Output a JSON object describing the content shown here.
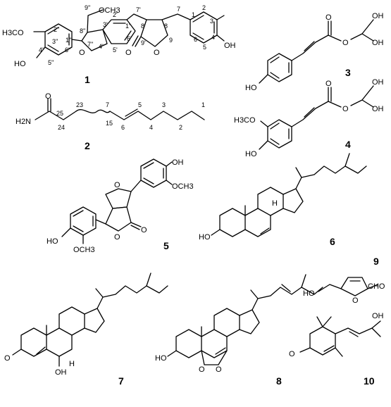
{
  "compounds": [
    {
      "id": "1",
      "atom_labels": [
        "H3CO",
        "HO",
        "OCH3",
        "O",
        "O",
        "O",
        "OH"
      ],
      "locant_labels": [
        "9''",
        "3''",
        "2''",
        "1''",
        "4''",
        "6''",
        "5''",
        "8''",
        "7''",
        "3'",
        "2'",
        "1'",
        "7'",
        "8'",
        "8",
        "7",
        "1",
        "2",
        "3",
        "6",
        "5",
        "4",
        "4'",
        "5'",
        "6'",
        "9'",
        "9"
      ]
    },
    {
      "id": "2",
      "atom_labels": [
        "O",
        "H2N"
      ],
      "locant_labels": [
        "25",
        "24",
        "23",
        "15",
        "7",
        "6",
        "5",
        "4",
        "3",
        "2",
        "1"
      ]
    },
    {
      "id": "3",
      "atom_labels": [
        "O",
        "O",
        "OH",
        "OH",
        "HO"
      ],
      "locant_labels": []
    },
    {
      "id": "4",
      "atom_labels": [
        "O",
        "O",
        "OH",
        "OH",
        "H3CO",
        "HO"
      ],
      "locant_labels": []
    },
    {
      "id": "5",
      "atom_labels": [
        "OH",
        "OCH3",
        "O",
        "O",
        "O",
        "HO",
        "OCH3"
      ],
      "locant_labels": []
    },
    {
      "id": "6",
      "atom_labels": [
        "H",
        "HO"
      ],
      "locant_labels": []
    },
    {
      "id": "7",
      "atom_labels": [
        "O",
        "OH",
        "H"
      ],
      "locant_labels": []
    },
    {
      "id": "8",
      "atom_labels": [
        "HO",
        "O",
        "O"
      ],
      "locant_labels": []
    },
    {
      "id": "9",
      "atom_labels": [
        "O",
        "HO",
        "CHO"
      ],
      "locant_labels": []
    },
    {
      "id": "10",
      "atom_labels": [
        "O",
        "OH"
      ],
      "locant_labels": []
    }
  ]
}
